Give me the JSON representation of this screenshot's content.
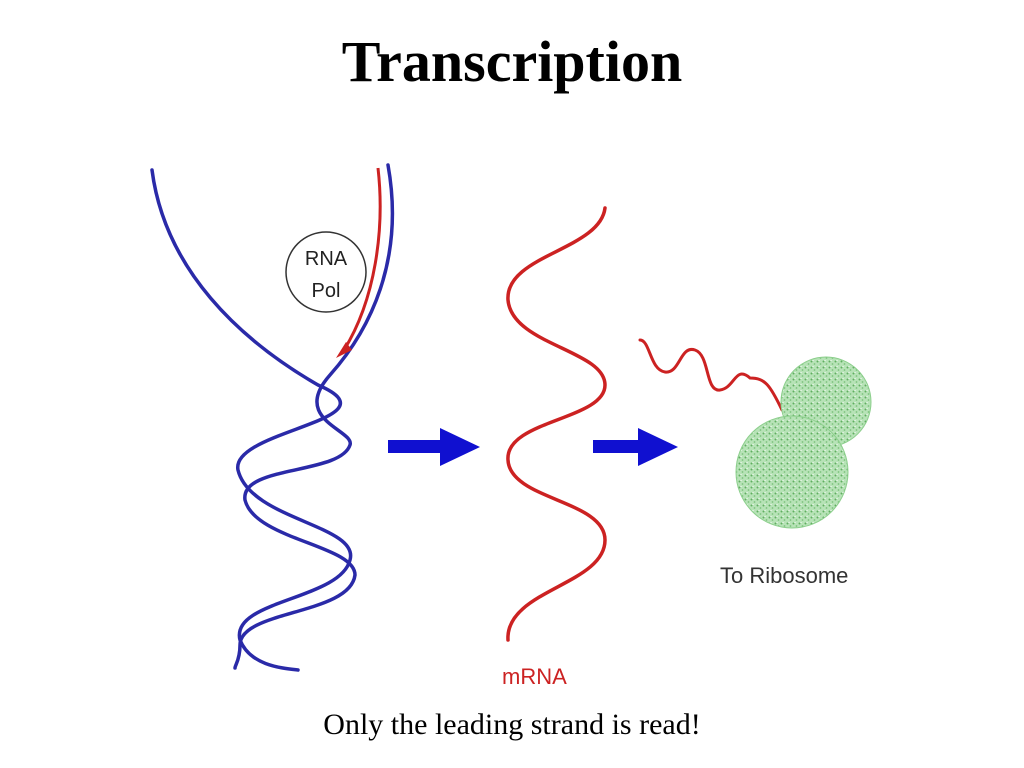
{
  "slide": {
    "title": "Transcription",
    "caption": "Only the leading strand is read!"
  },
  "diagram": {
    "rna_pol_label_line1": "RNA",
    "rna_pol_label_line2": "Pol",
    "mrna_label": "mRNA",
    "ribosome_label": "To Ribosome"
  },
  "colors": {
    "dna": "#2a2aa8",
    "rna": "#cc2222",
    "arrow": "#1010d0",
    "ribosome": "#8fd08f"
  }
}
